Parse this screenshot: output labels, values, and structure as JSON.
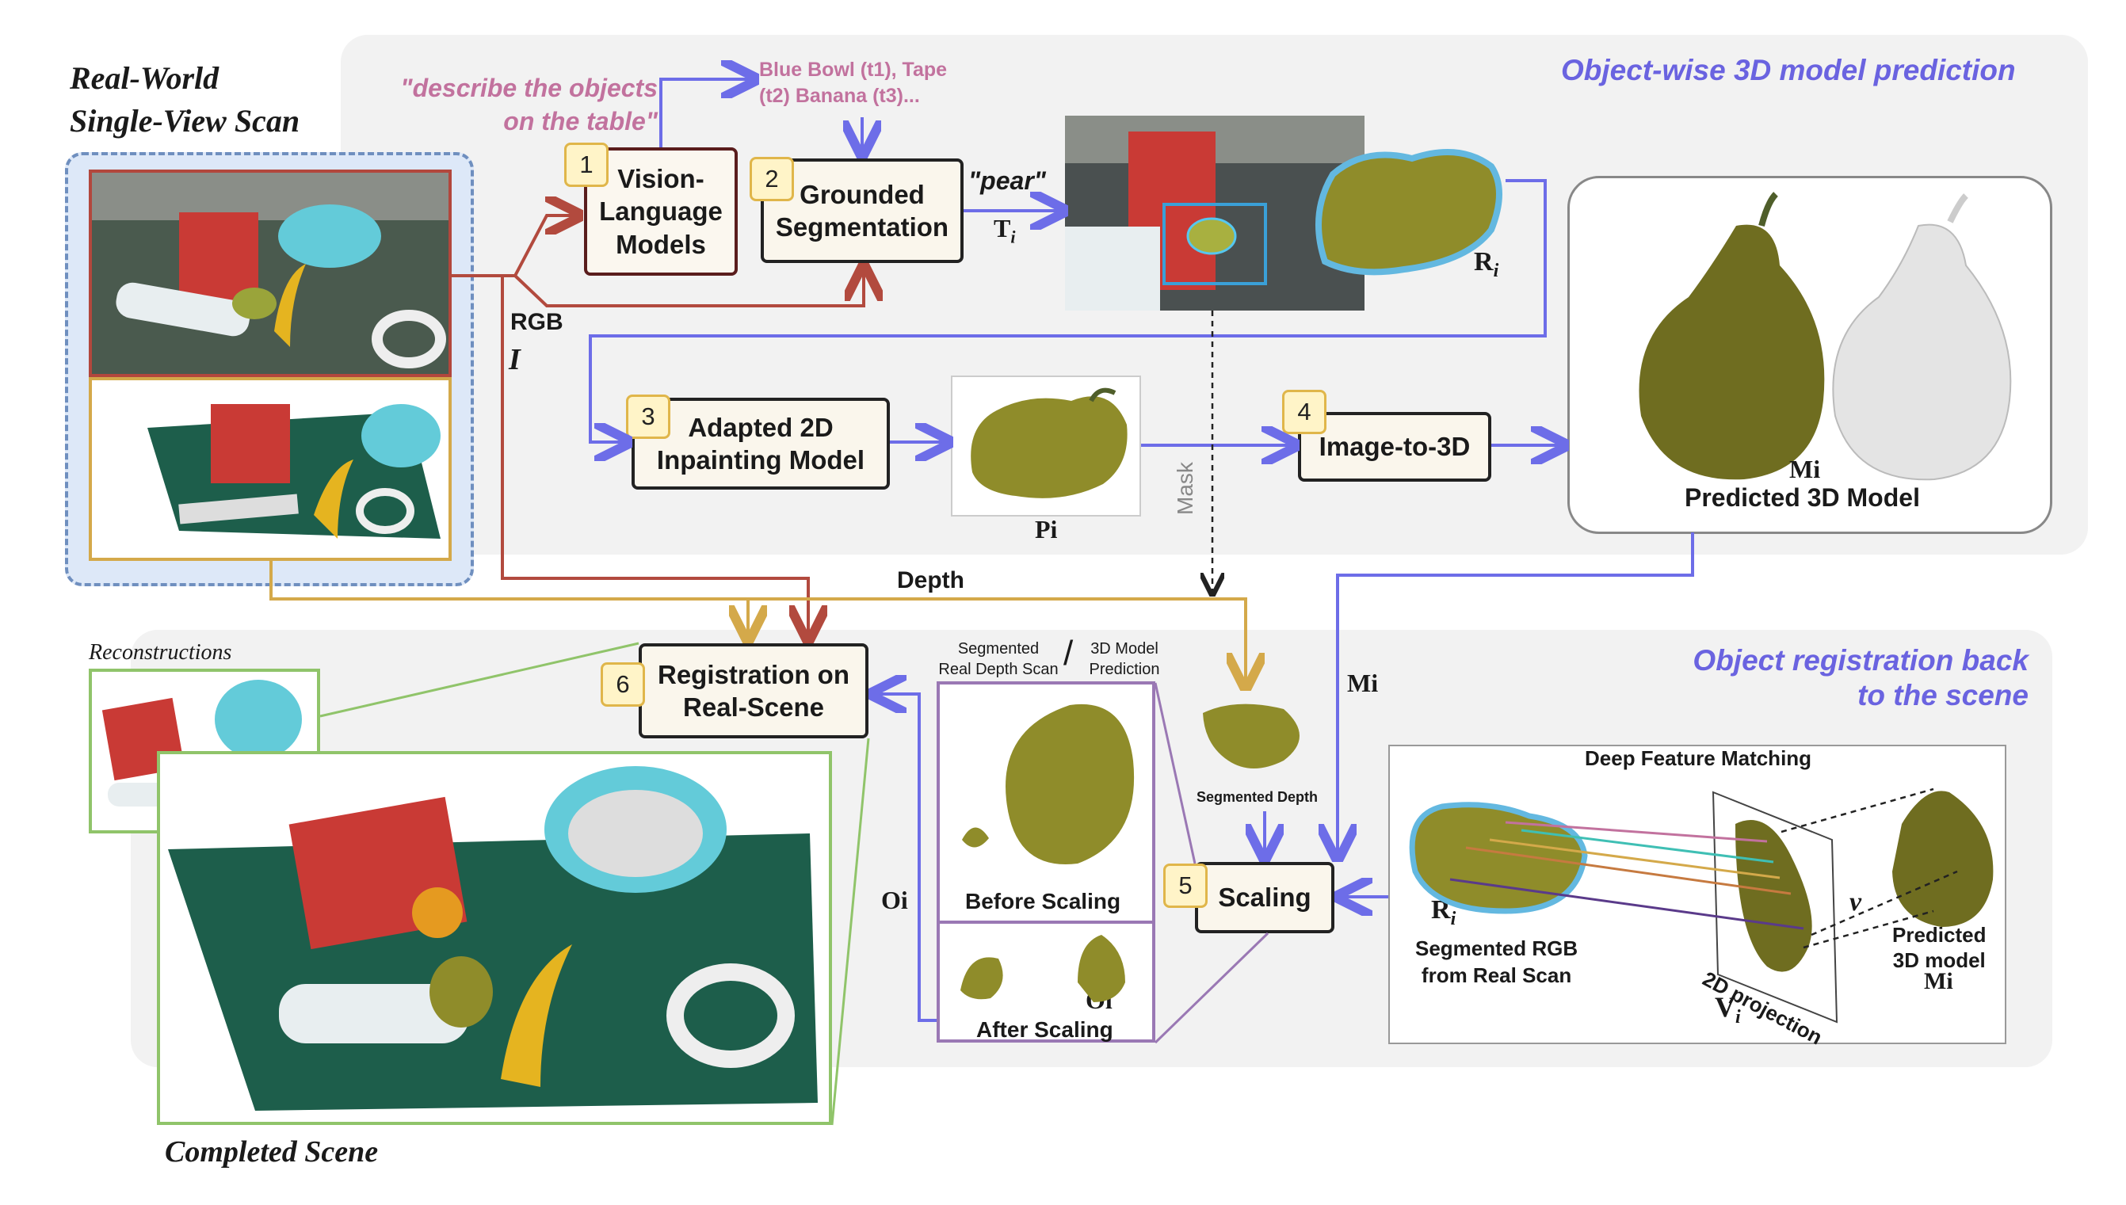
{
  "title": {
    "line1": "Real-World",
    "line2": "Single-View Scan"
  },
  "panels": {
    "top_title": "Object-wise 3D model prediction",
    "bottom_title_line1": "Object registration back",
    "bottom_title_line2": "to the scene"
  },
  "prompt": {
    "line1": "\"describe the objects",
    "line2": "on the table\""
  },
  "vlm_output": {
    "line1": "Blue Bowl (t1), Tape",
    "line2": "(t2) Banana (t3)..."
  },
  "steps": [
    {
      "num": "1",
      "line1": "Vision-",
      "line2": "Language",
      "line3": "Models"
    },
    {
      "num": "2",
      "line1": "Grounded",
      "line2": "Segmentation"
    },
    {
      "num": "3",
      "line1": "Adapted 2D",
      "line2": "Inpainting Model"
    },
    {
      "num": "4",
      "line1": "Image-to-3D"
    },
    {
      "num": "5",
      "line1": "Scaling"
    },
    {
      "num": "6",
      "line1": "Registration on",
      "line2": "Real-Scene"
    }
  ],
  "labels": {
    "pear": "\"pear\"",
    "Ti": "T",
    "Ti_sub": "i",
    "Ri": "R",
    "Ri_sub": "i",
    "rgb": "RGB",
    "I": "I",
    "Pi": "Pi",
    "Mi_top": "Mi",
    "predicted_3d": "Predicted 3D Model",
    "mask": "Mask",
    "depth": "Depth",
    "Mi_mid": "Mi",
    "Oi_left": "Oi",
    "Oi_after": "Oi",
    "seg_depth_scan_1": "Segmented",
    "seg_depth_scan_2": "Real Depth Scan",
    "slash": "/",
    "model_pred_1": "3D Model",
    "model_pred_2": "Prediction",
    "before_scaling": "Before Scaling",
    "after_scaling": "After Scaling",
    "segmented_depth": "Segmented Depth",
    "deep_feature": "Deep Feature Matching",
    "Ri_bottom": "R",
    "Ri_bottom_sub": "i",
    "seg_rgb_1": "Segmented RGB",
    "seg_rgb_2": "from Real Scan",
    "proj_2d": "2D projection",
    "Vi": "V",
    "Vi_sub": "i",
    "v": "v",
    "predicted_1": "Predicted",
    "predicted_2": "3D model",
    "Mi_bottom": "Mi",
    "reconstructions": "Reconstructions",
    "completed_scene": "Completed Scene"
  },
  "colors": {
    "blue_arrow": "#6d6de8",
    "red_arrow": "#b24a3e",
    "yellow_arrow": "#d4a94a",
    "green_frame": "#90c46a",
    "purple_frame": "#9a78b4",
    "panel_bg": "#f2f2f2",
    "title_blue": "#6a63e0",
    "prompt_pink": "#c2729e"
  }
}
